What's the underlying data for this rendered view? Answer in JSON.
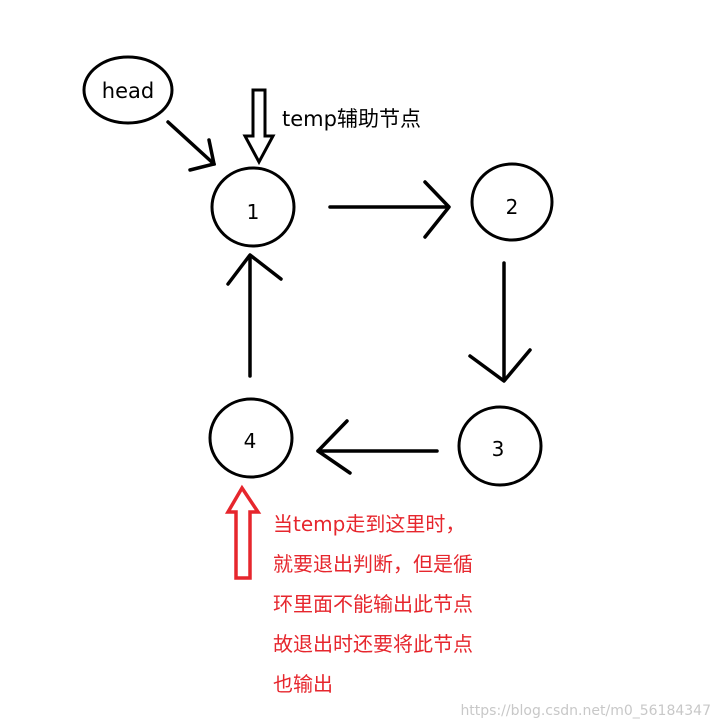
{
  "head": {
    "label": "head"
  },
  "temp": {
    "label": "temp辅助节点"
  },
  "nodes": [
    {
      "id": "node-1",
      "label": "1"
    },
    {
      "id": "node-2",
      "label": "2"
    },
    {
      "id": "node-3",
      "label": "3"
    },
    {
      "id": "node-4",
      "label": "4"
    }
  ],
  "note": {
    "color": "#e6262d",
    "lines": [
      "当temp走到这里时，",
      "就要退出判断，但是循",
      "环里面不能输出此节点",
      "故退出时还要将此节点",
      "也输出"
    ]
  },
  "watermark": "https://blog.csdn.net/m0_56184347",
  "colors": {
    "stroke": "#000000",
    "note": "#e6262d",
    "watermark": "#c8c8c8"
  }
}
